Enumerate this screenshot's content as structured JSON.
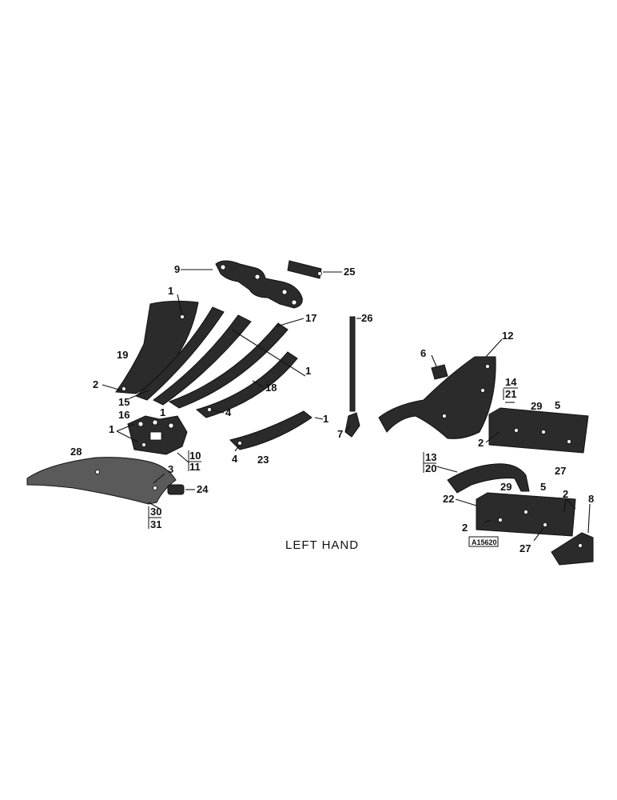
{
  "caption": "LEFT HAND",
  "drawing_code": "A15620",
  "callouts": {
    "c9": "9",
    "c25": "25",
    "c1a": "1",
    "c17": "17",
    "c26": "26",
    "c19": "19",
    "c12": "12",
    "c6": "6",
    "c1b": "1",
    "c2a": "2",
    "c18": "18",
    "c15": "15",
    "c16": "16",
    "c1c": "1",
    "c4a": "4",
    "c14": "14",
    "c21": "21",
    "c1d": "1",
    "c29a": "29",
    "c5a": "5",
    "c1e": "1",
    "c7": "7",
    "c28": "28",
    "c10": "10",
    "c11": "11",
    "c4b": "4",
    "c23": "23",
    "c2b": "2",
    "c27a": "27",
    "c13": "13",
    "c20": "20",
    "c3": "3",
    "c24": "24",
    "c29b": "29",
    "c5b": "5",
    "c2c": "2",
    "c8": "8",
    "c22": "22",
    "c30": "30",
    "c31": "31",
    "c2d": "2",
    "c27b": "27"
  }
}
